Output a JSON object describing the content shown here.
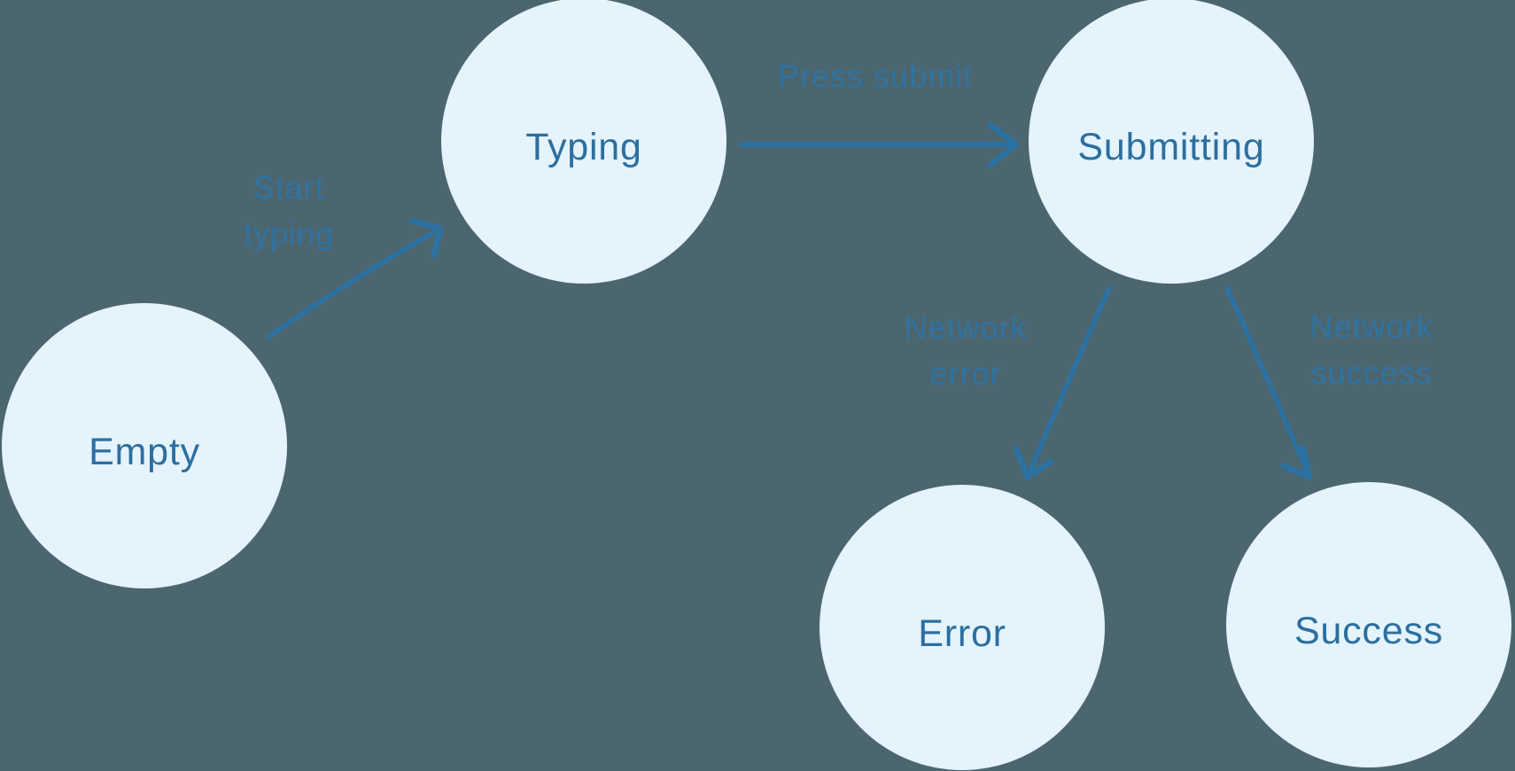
{
  "colors": {
    "background": "#4C6670",
    "node_fill": "#E4F3FC",
    "node_label": "#2C6F9F",
    "edge_stroke": "#2B72A3",
    "edge_label": "#2E74A5"
  },
  "nodes": [
    {
      "id": "empty",
      "label": "Empty"
    },
    {
      "id": "typing",
      "label": "Typing"
    },
    {
      "id": "submitting",
      "label": "Submitting"
    },
    {
      "id": "error",
      "label": "Error"
    },
    {
      "id": "success",
      "label": "Success"
    }
  ],
  "edges": [
    {
      "from": "empty",
      "to": "typing",
      "label": "Start\ntyping"
    },
    {
      "from": "typing",
      "to": "submitting",
      "label": "Press submit"
    },
    {
      "from": "submitting",
      "to": "error",
      "label": "Network\nerror"
    },
    {
      "from": "submitting",
      "to": "success",
      "label": "Network\nsuccess"
    }
  ]
}
